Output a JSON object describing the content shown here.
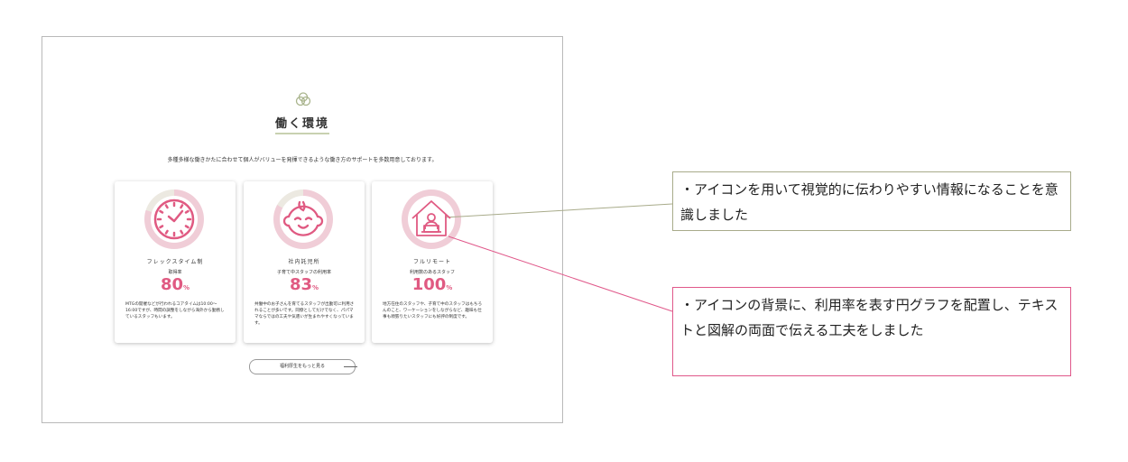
{
  "section": {
    "title": "働く環境",
    "lead": "多種多様な働きかたに合わせて個人がバリューを発揮できるような働き方のサポートを多数用意しております。",
    "more_button": "福利厚生をもっと見る"
  },
  "cards": [
    {
      "name": "フレックスタイム制",
      "label": "取得率",
      "value": "80",
      "unit": "%",
      "percent": 80,
      "icon": "clock-icon",
      "desc": "MTGの開催などが行われるコアタイムは10:00〜16:00ですが、時間の調整をしながら海外から勤務しているスタッフもいます。"
    },
    {
      "name": "社内託児所",
      "label": "子育て中スタッフの利用率",
      "value": "83",
      "unit": "%",
      "percent": 83,
      "icon": "baby-face-icon",
      "desc": "共働中のお子さんを育てるスタッフが出勤可に利用されることが多いです。同僚としてだけでなく、パパママならではの工夫や気遣いが生まれやすくなっています。"
    },
    {
      "name": "フルリモート",
      "label": "利用数のあるスタッフ",
      "value": "100",
      "unit": "%",
      "percent": 100,
      "icon": "remote-work-house-icon",
      "desc": "地方在住のスタッフや、子育て中のスタッフはもちろんのこと、ワーケーションをしながらなど、趣味も仕事も頑張りたいスタッフにも好評の制度です。"
    }
  ],
  "notes": [
    "・アイコンを用いて視覚的に伝わりやすい情報になることを意識しました",
    "・アイコンの背景に、利用率を表す円グラフを配置し、テキストと図解の両面で伝える工夫をしました"
  ],
  "colors": {
    "accent": "#e05a82",
    "ring": "#f0cdd7",
    "ring_rest": "#ece9e1",
    "olive": "#a8ab8a"
  }
}
